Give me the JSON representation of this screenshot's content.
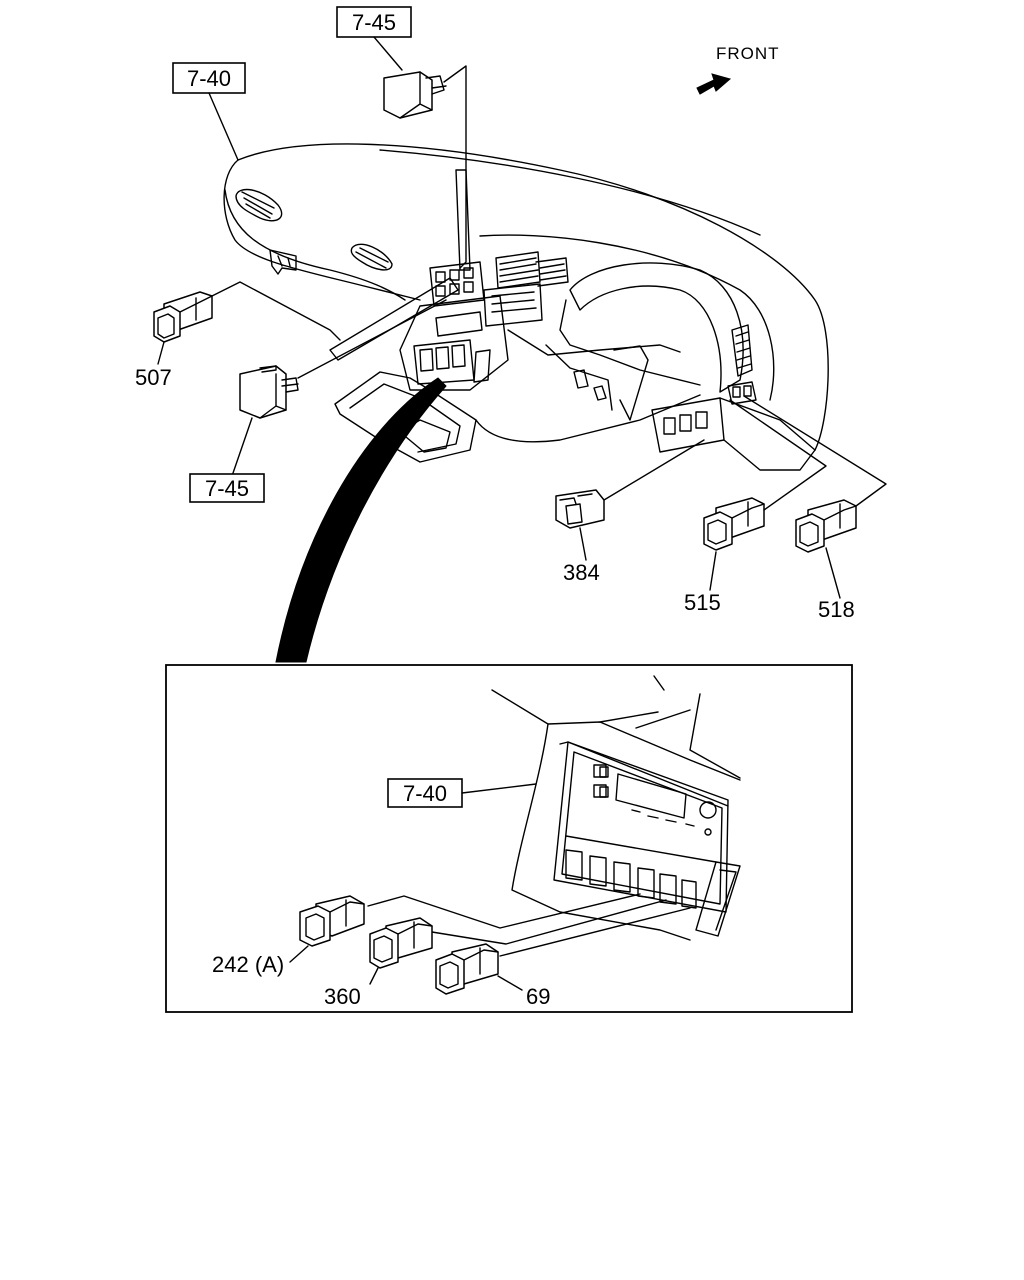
{
  "direction_label": "FRONT",
  "reference_labels": {
    "ref_top": "7-45",
    "ref_dash_top": "7-40",
    "ref_left": "7-45",
    "ref_inset": "7-40"
  },
  "part_callouts": {
    "p507": "507",
    "p384": "384",
    "p515": "515",
    "p518": "518",
    "p242a": "242 (A)",
    "p360": "360",
    "p69": "69"
  }
}
